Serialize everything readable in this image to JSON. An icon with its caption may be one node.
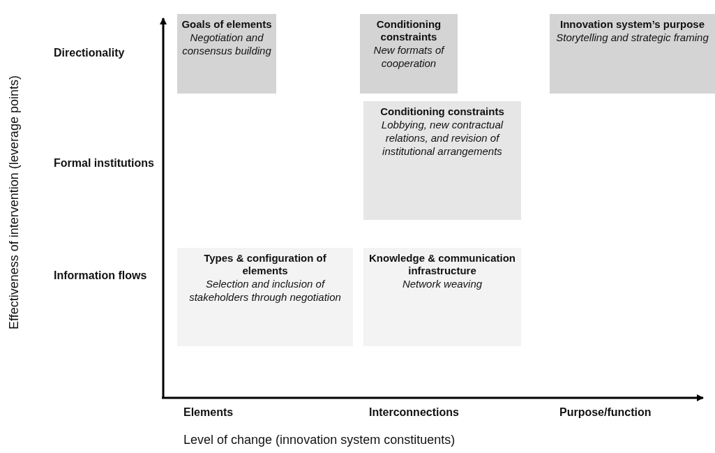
{
  "diagram": {
    "nodes": [
      {
        "text": [
          "Goals of elements",
          "Negotiation and consensus building"
        ]
      },
      {
        "text": [
          "Conditioning constraints",
          "New formats of cooperation"
        ]
      },
      {
        "text": [
          "Innovation system’s purpose",
          "Storytelling and strategic framing"
        ]
      },
      {
        "text": [
          "Conditioning constraints",
          "Lobbying, new contractual relations, and revision of institutional arrangements"
        ]
      },
      {
        "text": [
          "Types & configuration of elements",
          "Selection and inclusion of stakeholders through negotiation"
        ]
      },
      {
        "text": [
          "Knowledge & communication infrastructure",
          "Network weaving"
        ]
      }
    ],
    "labels": [
      "Effectiveness of intervention (leverage points)",
      "Directionality",
      "Formal institutions",
      "Information flows",
      "Elements",
      "Interconnections",
      "Purpose/function",
      "Level of change (innovation system constituents)"
    ]
  }
}
